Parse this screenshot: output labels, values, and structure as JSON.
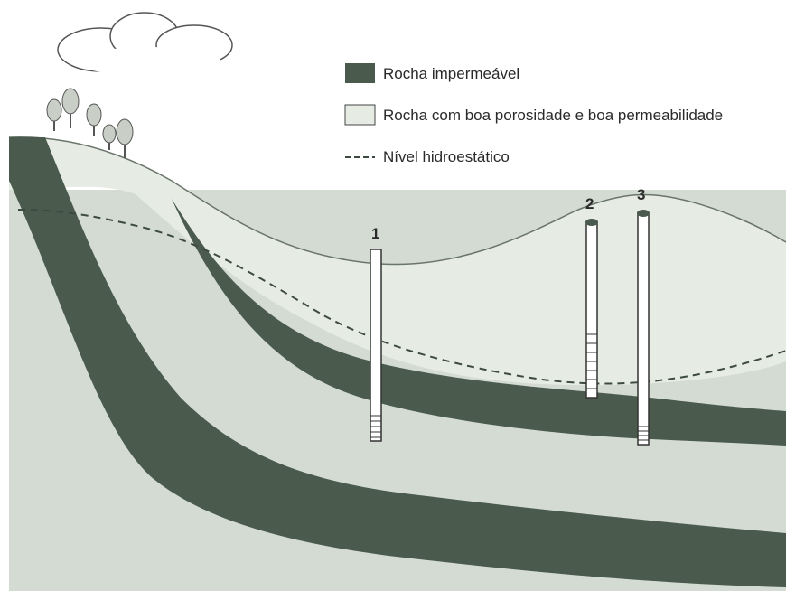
{
  "legend": {
    "impermeable_label": "Rocha impermeável",
    "permeable_label": "Rocha com boa porosidade e boa permeabilidade",
    "water_table_label": "Nível hidroestático"
  },
  "wells": [
    {
      "label": "1"
    },
    {
      "label": "2"
    },
    {
      "label": "3"
    }
  ],
  "colors": {
    "impermeable": "#4a5a4c",
    "permeable": "#e6ebe3",
    "ground": "#d3dbd2",
    "water_table": "#3c4a3f"
  }
}
